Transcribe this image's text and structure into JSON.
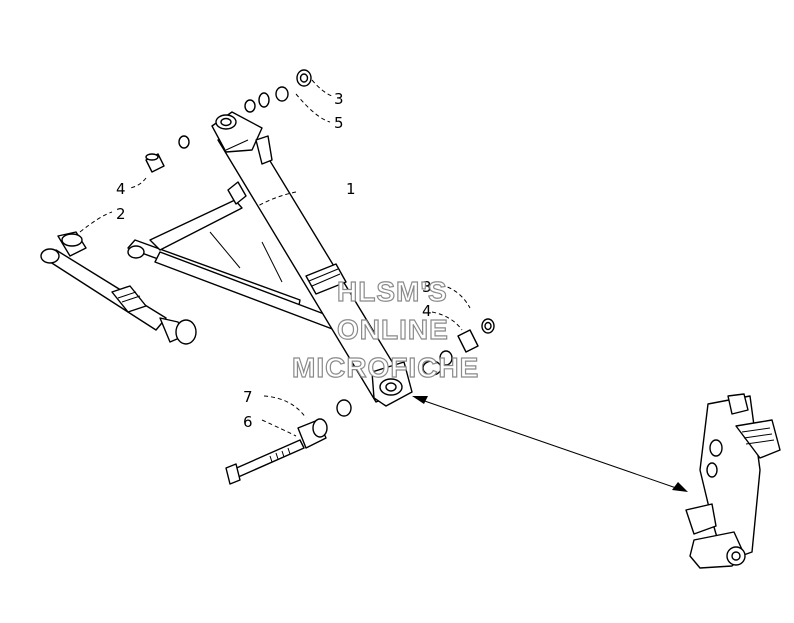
{
  "callouts": {
    "c1": "1",
    "c2": "2",
    "c3a": "3",
    "c3b": "3",
    "c4a": "4",
    "c4b": "4",
    "c5": "5",
    "c6": "6",
    "c7": "7"
  },
  "watermark": {
    "line1": "HLSM'S",
    "line2": "ONLINE",
    "line3": "MICROFICHE"
  }
}
